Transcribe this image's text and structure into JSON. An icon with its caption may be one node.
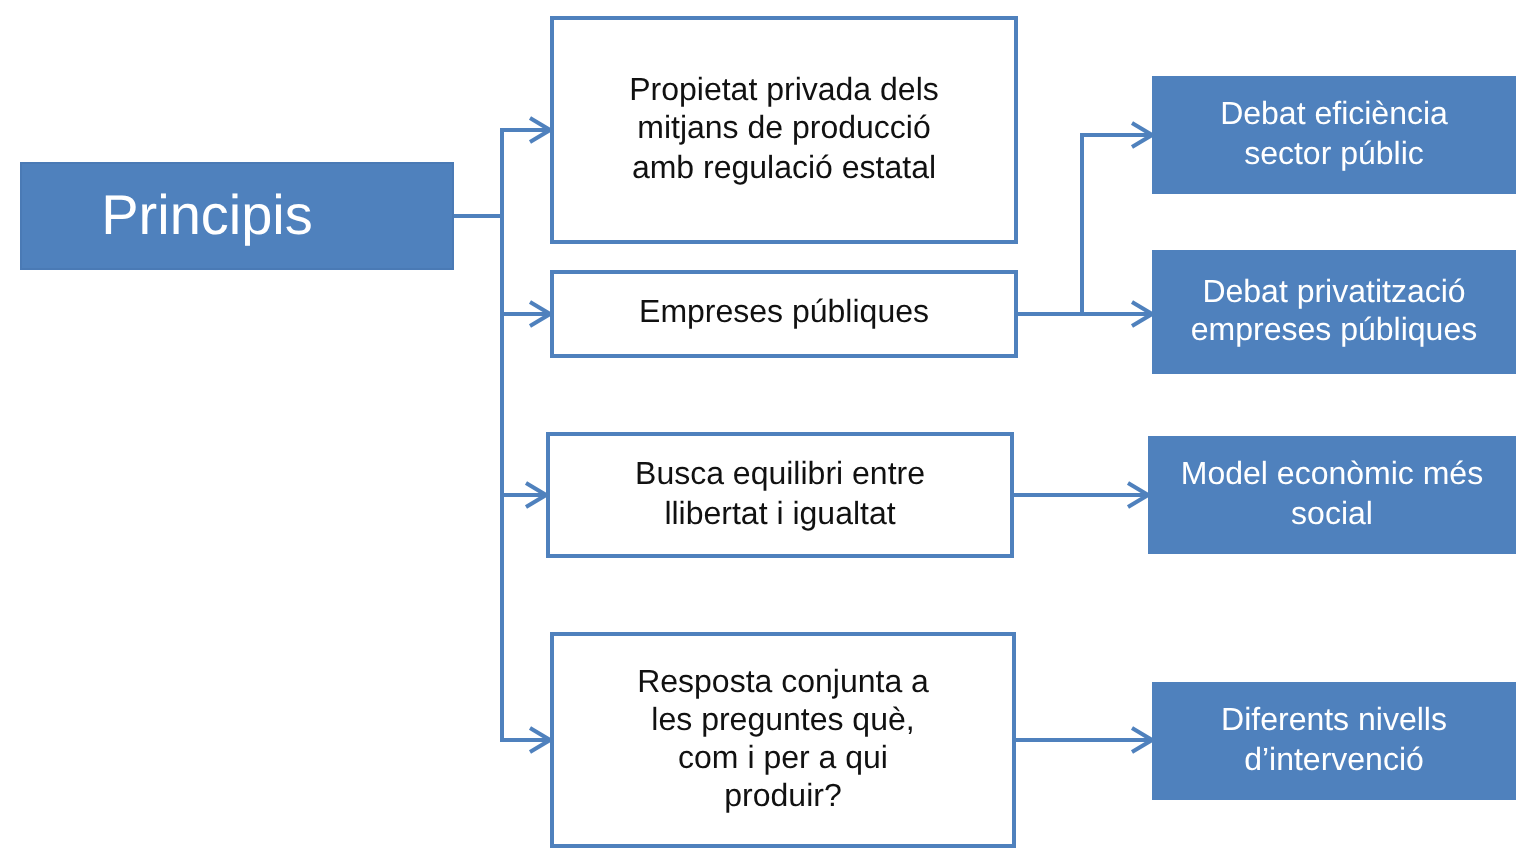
{
  "diagram": {
    "nodes": [
      {
        "text": [
          "Principis"
        ]
      },
      {
        "text": [
          "Propietat privada dels mitjans de producció amb regulació estatal"
        ]
      },
      {
        "text": [
          "Empreses públiques"
        ]
      },
      {
        "text": [
          "Busca equilibri entre llibertat i igualtat"
        ]
      },
      {
        "text": [
          "Resposta conjunta a les preguntes què, com i per a qui produir?"
        ]
      },
      {
        "text": [
          "Debat eficiència sector públic"
        ]
      },
      {
        "text": [
          "Debat privatització empreses públiques"
        ]
      },
      {
        "text": [
          "Model econòmic més social"
        ]
      },
      {
        "text": [
          "Diferents nivells d’intervenció"
        ]
      }
    ],
    "edges": [
      {
        "from": 0,
        "to": 1,
        "arrow": "to"
      },
      {
        "from": 0,
        "to": 2,
        "arrow": "to"
      },
      {
        "from": 0,
        "to": 3,
        "arrow": "to"
      },
      {
        "from": 0,
        "to": 4,
        "arrow": "to"
      },
      {
        "from": 2,
        "to": 5,
        "arrow": "to"
      },
      {
        "from": 2,
        "to": 6,
        "arrow": "to"
      },
      {
        "from": 3,
        "to": 7,
        "arrow": "to"
      },
      {
        "from": 4,
        "to": 8,
        "arrow": "to"
      }
    ]
  }
}
